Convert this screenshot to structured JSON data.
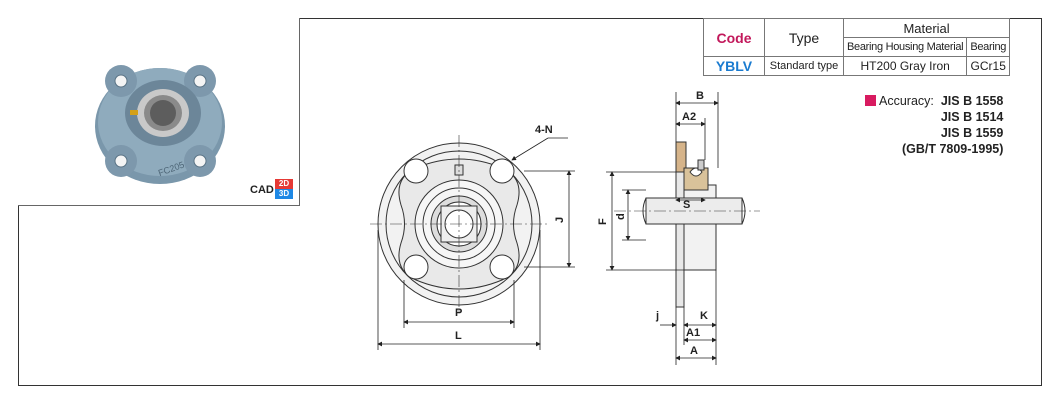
{
  "table": {
    "headers": {
      "code": "Code",
      "type": "Type",
      "material": "Material",
      "housing_material": "Bearing Housing Material",
      "bearing": "Bearing"
    },
    "row": {
      "code": "YBLV",
      "type": "Standard type",
      "housing_material": "HT200 Gray Iron",
      "bearing": "GCr15"
    }
  },
  "accuracy": {
    "label": "Accuracy:",
    "standards": [
      "JIS  B 1558",
      "JIS  B 1514",
      "JIS  B 1559",
      "(GB/T 7809-1995)"
    ]
  },
  "cad": {
    "label": "CAD",
    "badge_top": "2D",
    "badge_bottom": "3D"
  },
  "photo": {
    "housing_marking": "FC205"
  },
  "dimensions": {
    "front": {
      "hole_callout": "4-N",
      "J": "J",
      "P": "P",
      "L": "L"
    },
    "side": {
      "B": "B",
      "A2": "A2",
      "S": "S",
      "F": "F",
      "d": "d",
      "j": "j",
      "K": "K",
      "A1": "A1",
      "A": "A"
    }
  },
  "colors": {
    "code_header": "#c2185b",
    "code_value": "#1a7bd0",
    "accent": "#d81b60",
    "housing": "#7a97ab"
  }
}
